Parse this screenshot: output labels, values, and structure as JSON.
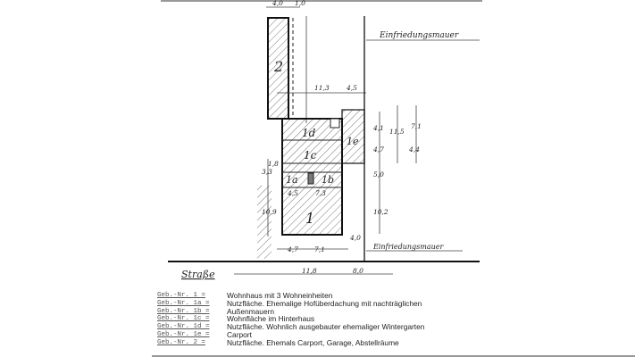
{
  "plan": {
    "labels": {
      "b2": "2",
      "b1d": "1d",
      "b1e": "1e",
      "b1c": "1c",
      "b1a": "1a",
      "b1b": "1b",
      "b1": "1"
    },
    "wall_top": "Einfriedungsmauer",
    "wall_bottom": "Einfriedungsmauer",
    "street": "Straße",
    "dims": {
      "top_a": "4,0",
      "top_b": "1,0",
      "mid_a": "11,3",
      "mid_b": "4,5",
      "r_41": "4,1",
      "r_47": "4,7",
      "r_50": "5,0",
      "r_102": "10,2",
      "r_115": "11,5",
      "r_71": "7,1",
      "r_44": "4,4",
      "l_33": "3,3",
      "l_18": "1,8",
      "l_109": "10,9",
      "in_45": "4,5",
      "in_73": "7,3",
      "b_47": "4,7",
      "b_71": "7,1",
      "b_40": "4,0",
      "s_118": "11,8",
      "s_80": "8,0"
    }
  },
  "legend": [
    {
      "code": "Geb.-Nr. 1  =",
      "text": "Wohnhaus mit 3 Wohneinheiten"
    },
    {
      "code": "Geb.-Nr. 1a =",
      "text": "Nutzfläche. Ehemalige Hofüberdachung mit nachträglichen"
    },
    {
      "code": "Geb.-Nr. 1b =",
      "text": "Außenmauern"
    },
    {
      "code": "Geb.-Nr. 1c =",
      "text": "Wohnfläche im Hinterhaus"
    },
    {
      "code": "Geb.-Nr. 1d =",
      "text": "Nutzfläche. Wohnlich ausgebauter ehemaliger Wintergarten"
    },
    {
      "code": "Geb.-Nr. 1e =",
      "text": "Carport"
    },
    {
      "code": "Geb.-Nr. 2  =",
      "text": "Nutzfläche. Ehemals Carport, Garage, Abstellräume"
    }
  ]
}
